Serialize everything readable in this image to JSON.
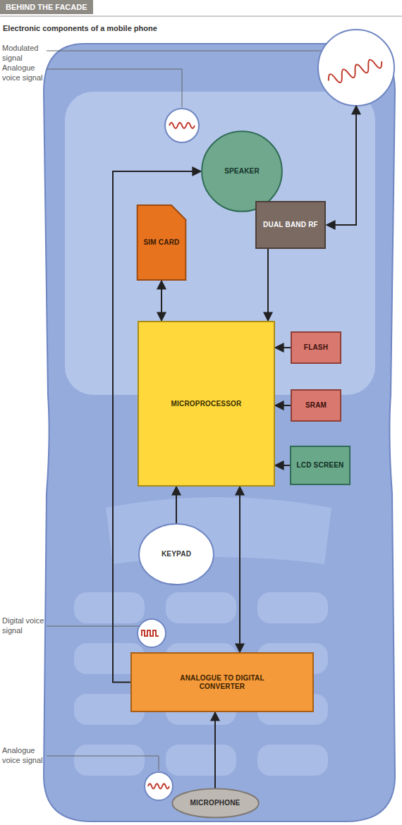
{
  "diagram": {
    "title": "BEHIND THE FACADE",
    "caption": "Electronic components of a mobile phone",
    "nodes": [
      {
        "text": [
          "SPEAKER"
        ]
      },
      {
        "text": [
          "SIM CARD"
        ]
      },
      {
        "text": [
          "DUAL BAND RF"
        ]
      },
      {
        "text": [
          "MICROPROCESSOR"
        ]
      },
      {
        "text": [
          "FLASH"
        ]
      },
      {
        "text": [
          "SRAM"
        ]
      },
      {
        "text": [
          "LCD SCREEN"
        ]
      },
      {
        "text": [
          "KEYPAD"
        ]
      },
      {
        "text": [
          "ANALOGUE TO DIGITAL CONVERTER"
        ]
      },
      {
        "text": [
          "MICROPHONE"
        ]
      }
    ],
    "edges": [
      {
        "from": 1,
        "to": 3,
        "arrow": "both"
      },
      {
        "from": 2,
        "to": 3,
        "arrow": "to"
      },
      {
        "from": 4,
        "to": 3,
        "arrow": "to"
      },
      {
        "from": 5,
        "to": 3,
        "arrow": "to"
      },
      {
        "from": 6,
        "to": 3,
        "arrow": "to"
      },
      {
        "from": 7,
        "to": 3,
        "arrow": "to"
      },
      {
        "from": 8,
        "to": 3,
        "arrow": "both"
      },
      {
        "from": 9,
        "to": 8,
        "arrow": "to"
      },
      {
        "from": 8,
        "to": 0,
        "arrow": "to"
      }
    ],
    "labels": [
      "Modulated signal",
      "Analogue voice signal",
      "Digital voice signal",
      "Analogue voice signal"
    ]
  }
}
